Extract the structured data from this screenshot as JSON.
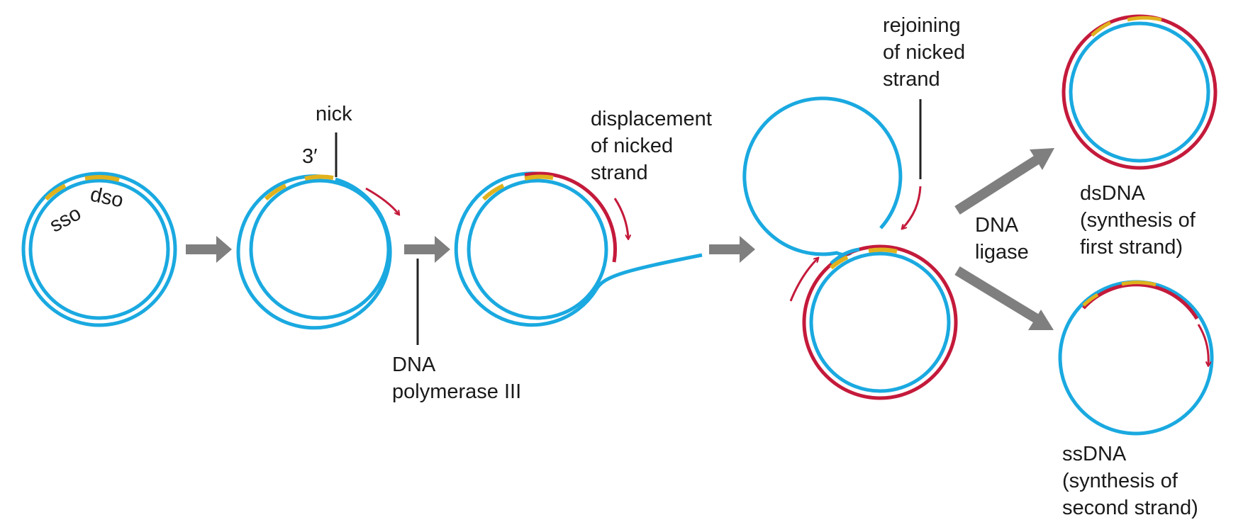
{
  "colors": {
    "template_strand": "#1aa9e0",
    "new_strand": "#c41a3b",
    "origin": "#e0b21d",
    "arrow": "#7f7f7f",
    "pointer": "#222222",
    "text": "#1a1a1a"
  },
  "labels": {
    "sso": "sso",
    "dso": "dso",
    "nick": "nick",
    "three_prime": "3′",
    "dna_polymerase": [
      "DNA",
      "polymerase III"
    ],
    "displacement": [
      "displacement",
      "of nicked",
      "strand"
    ],
    "rejoining": [
      "rejoining",
      "of nicked",
      "strand"
    ],
    "dna_ligase": [
      "DNA",
      "ligase"
    ],
    "dsdna": [
      "dsDNA",
      "(synthesis of",
      "first strand)"
    ],
    "ssdna": [
      "ssDNA",
      "(synthesis of",
      "second strand)"
    ]
  }
}
